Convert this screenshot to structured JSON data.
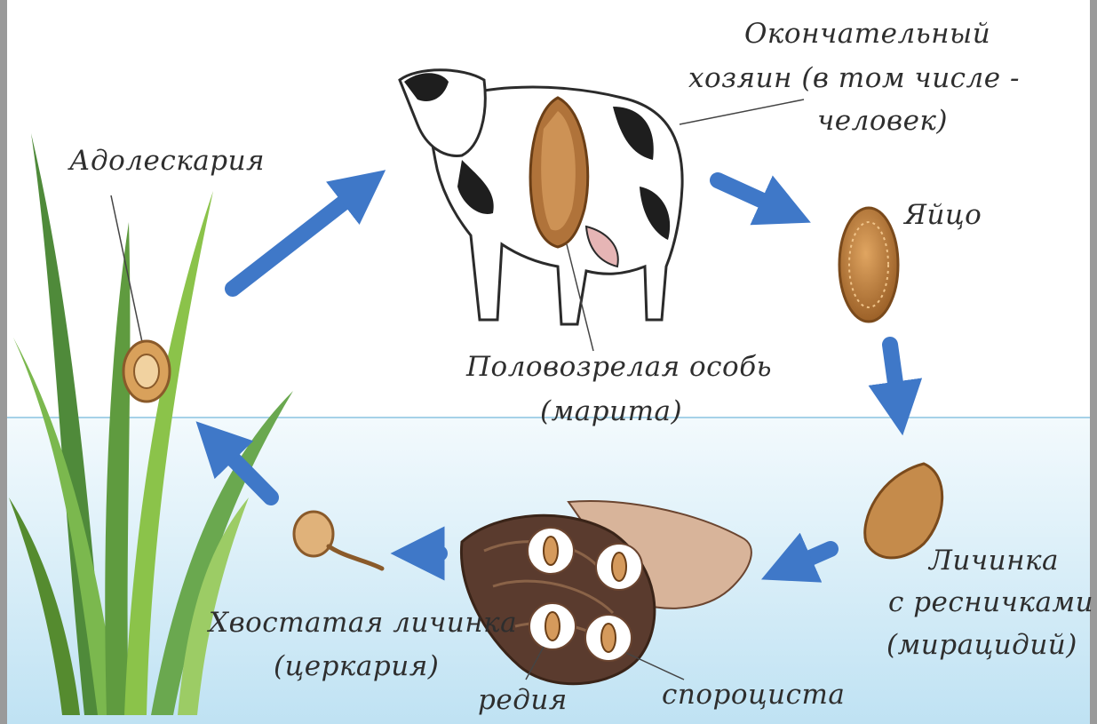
{
  "labels": {
    "definitive_host_line1": "Окончательный",
    "definitive_host_line2": "хозяин (в том числе -",
    "definitive_host_line3": "человек)",
    "adolescaria": "Адолескария",
    "egg": "Яйцо",
    "marita_line1": "Половозрелая особь",
    "marita_line2": "(марита)",
    "miracidium_line1": "Личинка",
    "miracidium_line2": "с ресничками",
    "miracidium_line3": "(мирацидий)",
    "cercaria_line1": "Хвостатая личинка",
    "cercaria_line2": "(церкария)",
    "redia": "редия",
    "sporocyst": "спороциста"
  },
  "colors": {
    "arrow": "#3f78c8",
    "water": "#d9eef8",
    "grass": "#6aa84f",
    "egg": "#b07a3c",
    "snail_shell": "#5a3b2e"
  },
  "icons": [
    "cow-illustration",
    "egg-illustration",
    "miracidium-illustration",
    "snail-illustration",
    "cercaria-illustration",
    "adolescaria-illustration",
    "grass-illustration"
  ]
}
